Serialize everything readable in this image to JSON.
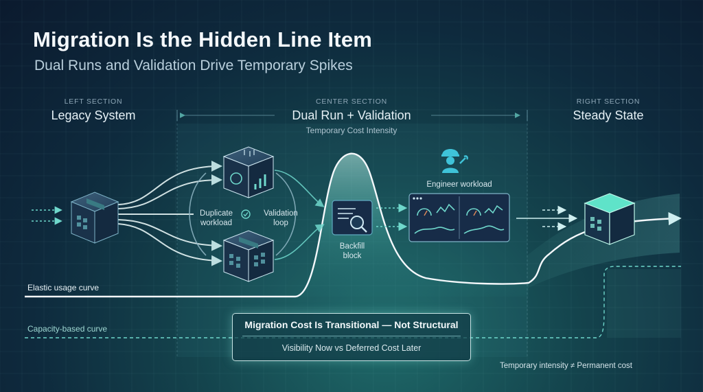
{
  "title": "Migration Is the Hidden Line Item",
  "subtitle": "Dual Runs and Validation Drive Temporary Spikes",
  "sections": {
    "left": {
      "tag": "LEFT SECTION",
      "name": "Legacy System"
    },
    "center": {
      "tag": "CENTER SECTION",
      "name": "Dual Run + Validation",
      "note": "Temporary Cost Intensity"
    },
    "right": {
      "tag": "RIGHT SECTION",
      "name": "Steady State"
    }
  },
  "labels": {
    "duplicate_workload": [
      "Duplicate",
      "workload"
    ],
    "validation_loop": [
      "Validation",
      "loop"
    ],
    "backfill_block": [
      "Backfill",
      "block"
    ],
    "engineer_workload": "Engineer workload",
    "elastic_curve": "Elastic usage curve",
    "capacity_curve": "Capacity-based curve"
  },
  "callout": {
    "heading": "Migration Cost Is Transitional — Not Structural",
    "subtext": "Visibility Now vs Deferred Cost Later"
  },
  "footnote": "Temporary intensity ≠ Permanent cost",
  "icons": [
    "legacy-system-cube-icon",
    "analytics-cube-icon",
    "duplicate-cube-icon",
    "validation-check-icon",
    "backfill-search-icon",
    "engineer-icon",
    "monitoring-dashboard-icon",
    "steady-state-cube-icon"
  ],
  "colors": {
    "accent_teal": "#5fd3c4",
    "curve_white": "#f4f8fb",
    "background_navy": "#0b1a2e"
  }
}
